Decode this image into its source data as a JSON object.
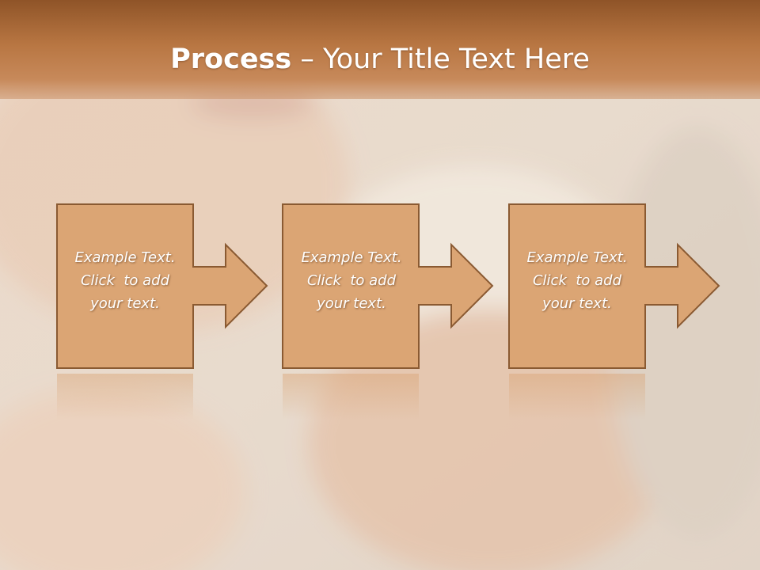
{
  "slide": {
    "title_bold": "Process",
    "title_sep": " – ",
    "title_rest": "Your Title Text Here"
  },
  "steps": [
    {
      "line1": "Example Text.",
      "line2": "Click  to add",
      "line3": "your text."
    },
    {
      "line1": "Example Text.",
      "line2": "Click  to add",
      "line3": "your text."
    },
    {
      "line1": "Example Text.",
      "line2": "Click  to add",
      "line3": "your text."
    }
  ],
  "colors": {
    "box_fill": "#dba574",
    "box_stroke": "#8a5a32",
    "header": "#b87642"
  }
}
